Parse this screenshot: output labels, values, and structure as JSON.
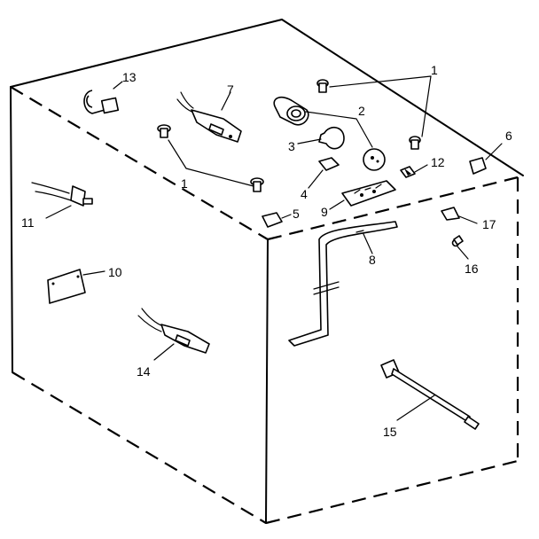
{
  "callouts": [
    {
      "id": "1",
      "label": "1"
    },
    {
      "id": "1b",
      "label": "1"
    },
    {
      "id": "2",
      "label": "2"
    },
    {
      "id": "3",
      "label": "3"
    },
    {
      "id": "4",
      "label": "4"
    },
    {
      "id": "5",
      "label": "5"
    },
    {
      "id": "6",
      "label": "6"
    },
    {
      "id": "7",
      "label": "7"
    },
    {
      "id": "8",
      "label": "8"
    },
    {
      "id": "9",
      "label": "9"
    },
    {
      "id": "10",
      "label": "10"
    },
    {
      "id": "11",
      "label": "11"
    },
    {
      "id": "12",
      "label": "12"
    },
    {
      "id": "13",
      "label": "13"
    },
    {
      "id": "14",
      "label": "14"
    },
    {
      "id": "15",
      "label": "15"
    },
    {
      "id": "16",
      "label": "16"
    },
    {
      "id": "17",
      "label": "17"
    }
  ]
}
